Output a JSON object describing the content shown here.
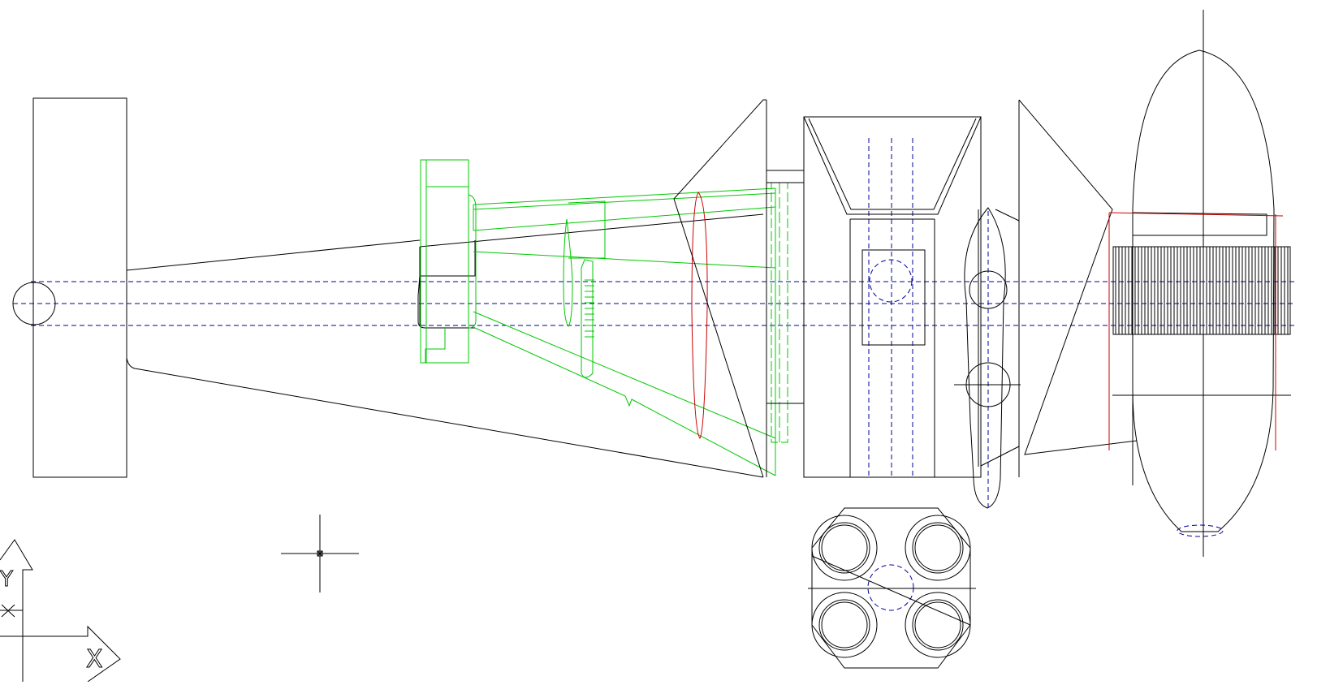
{
  "app": {
    "view": "CAD model space",
    "background": "#ffffff"
  },
  "colors": {
    "geometry": "#000000",
    "green_layer": "#00c800",
    "red_layer": "#cc0000",
    "centerline": "#00009c"
  },
  "ucs_icon": {
    "x_label": "X",
    "y_label": "Y"
  },
  "cursor": {
    "icon": "crosshair-cursor-icon"
  }
}
